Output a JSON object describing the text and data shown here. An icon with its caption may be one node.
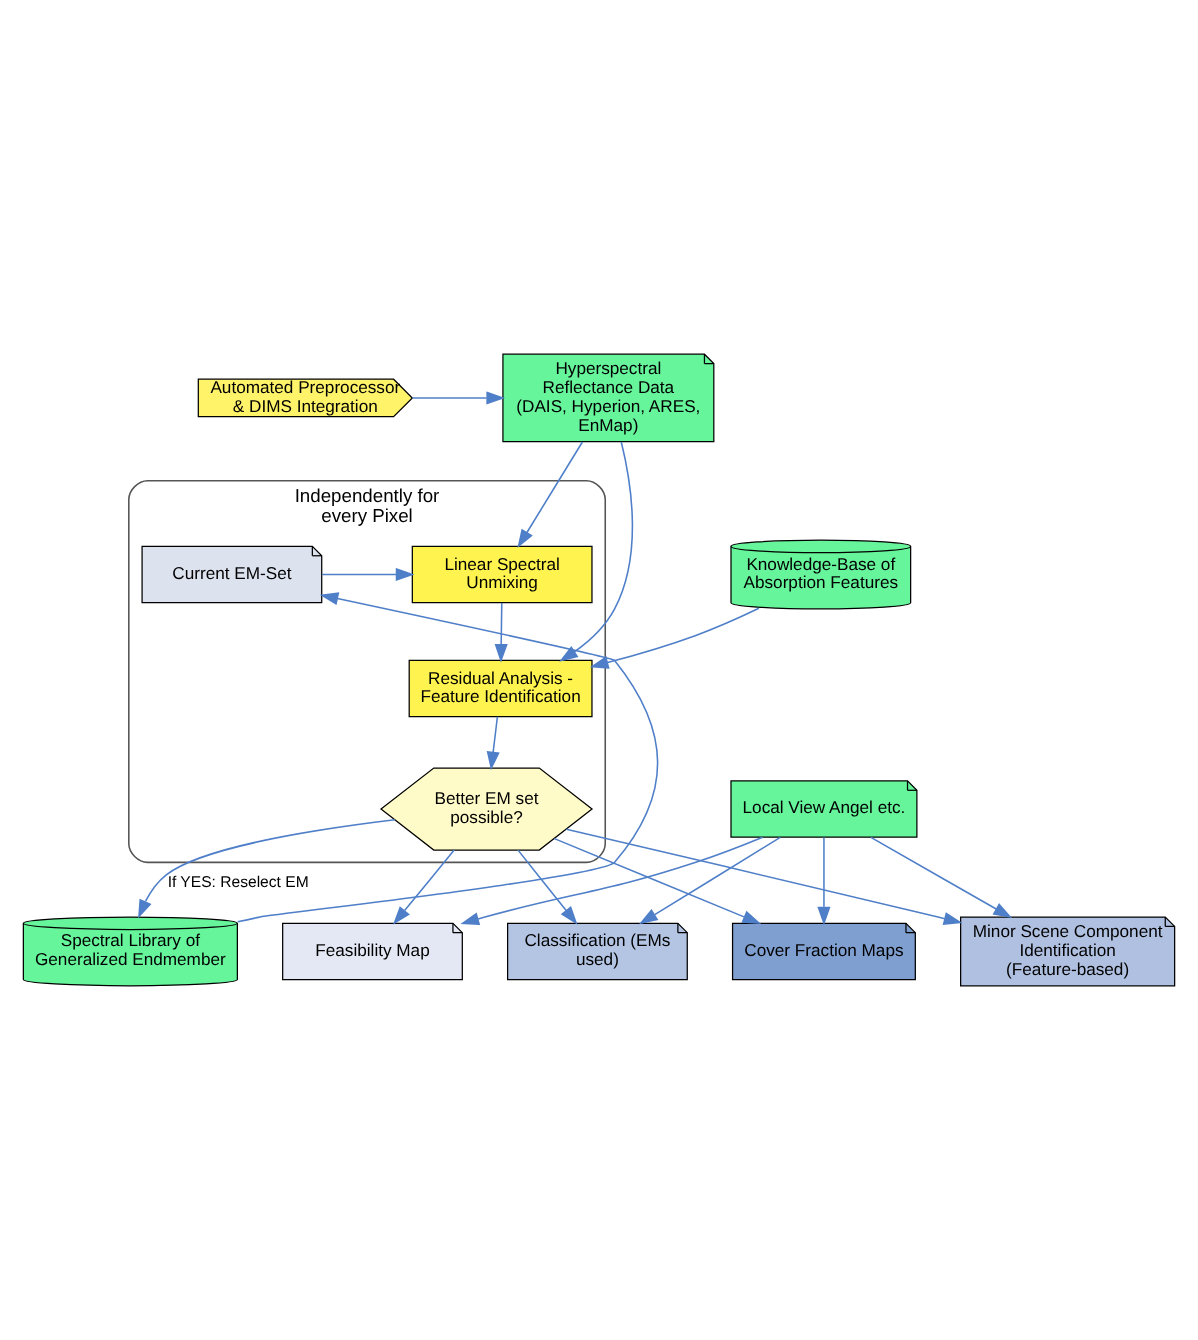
{
  "diagram": {
    "nodes": [
      {
        "text": [
          "Hyperspectral Reflectance Data (DAIS, Hyperion, ARES, EnMap)"
        ]
      },
      {
        "text": [
          "Automated Preprocessor & DIMS Integration"
        ]
      },
      {
        "text": [
          "Independently for every Pixel"
        ]
      },
      {
        "text": [
          "Linear Spectral Unmixing"
        ],
        "in": 2
      },
      {
        "text": [
          "Current EM-Set"
        ],
        "in": 2
      },
      {
        "text": [
          "Residual Analysis - Feature Identification"
        ],
        "in": 2
      },
      {
        "text": [
          "Better EM set possible?"
        ],
        "in": 2
      },
      {
        "text": [
          "Spectral Library of Generalized Endmember"
        ]
      },
      {
        "text": [
          "Knowledge-Base of Absorption Features"
        ]
      },
      {
        "text": [
          "Local View Angel etc."
        ]
      },
      {
        "text": [
          "Cover Fraction Maps"
        ]
      },
      {
        "text": [
          "Classification (EMs used)"
        ]
      },
      {
        "text": [
          "Minor Scene Component Identification (Feature-based)"
        ]
      },
      {
        "text": [
          "Feasibility Map"
        ]
      }
    ],
    "edges": [
      {
        "from": 1,
        "to": 0,
        "arrow": "to"
      },
      {
        "from": 0,
        "to": 3,
        "arrow": "to"
      },
      {
        "from": 0,
        "to": 5,
        "arrow": "to"
      },
      {
        "from": 7,
        "to": 4,
        "arrow": "to"
      },
      {
        "from": 4,
        "to": 3,
        "arrow": "to"
      },
      {
        "from": 3,
        "to": 5,
        "arrow": "to"
      },
      {
        "from": 8,
        "to": 5,
        "arrow": "to"
      },
      {
        "from": 5,
        "to": 6,
        "arrow": "to"
      },
      {
        "from": 6,
        "to": 7,
        "arrow": "to",
        "label": "If YES: Reselect EM"
      },
      {
        "from": 6,
        "to": 10,
        "arrow": "to"
      },
      {
        "from": 6,
        "to": 11,
        "arrow": "to"
      },
      {
        "from": 6,
        "to": 12,
        "arrow": "to"
      },
      {
        "from": 6,
        "to": 13,
        "arrow": "to"
      },
      {
        "from": 9,
        "to": 10,
        "arrow": "to"
      },
      {
        "from": 9,
        "to": 11,
        "arrow": "to"
      },
      {
        "from": 9,
        "to": 12,
        "arrow": "to"
      },
      {
        "from": 9,
        "to": 13,
        "arrow": "to"
      }
    ]
  }
}
